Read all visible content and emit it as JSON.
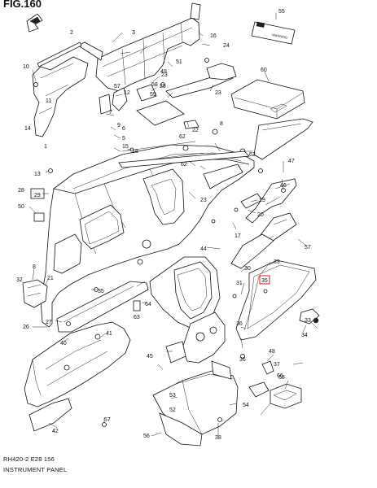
{
  "figure": {
    "title": "FIG.160"
  },
  "footer": {
    "code": "RH420-2 E28 156",
    "name": "INSTRUMENT PANEL"
  },
  "label_plate_text": "WARNING",
  "highlight_color": "#d21c1c",
  "callouts": [
    {
      "id": "c2",
      "text": "2"
    },
    {
      "id": "c3",
      "text": "3"
    },
    {
      "id": "c16",
      "text": "16"
    },
    {
      "id": "c55",
      "text": "55"
    },
    {
      "id": "c60",
      "text": "60"
    },
    {
      "id": "c10",
      "text": "10"
    },
    {
      "id": "c24",
      "text": "24"
    },
    {
      "id": "c51",
      "text": "51"
    },
    {
      "id": "c49",
      "text": "49"
    },
    {
      "id": "c58",
      "text": "58"
    },
    {
      "id": "c23a",
      "text": "23"
    },
    {
      "id": "c25",
      "text": "25"
    },
    {
      "id": "c11",
      "text": "11"
    },
    {
      "id": "c57a",
      "text": "57"
    },
    {
      "id": "c59",
      "text": "59"
    },
    {
      "id": "c23b",
      "text": "23"
    },
    {
      "id": "c12",
      "text": "12"
    },
    {
      "id": "c7",
      "text": "7"
    },
    {
      "id": "c9",
      "text": "9"
    },
    {
      "id": "c62a",
      "text": "62"
    },
    {
      "id": "c8a",
      "text": "8"
    },
    {
      "id": "c14",
      "text": "14"
    },
    {
      "id": "c6",
      "text": "6"
    },
    {
      "id": "c5",
      "text": "5"
    },
    {
      "id": "c15",
      "text": "15"
    },
    {
      "id": "c18",
      "text": "18"
    },
    {
      "id": "c1",
      "text": "1"
    },
    {
      "id": "c13",
      "text": "13"
    },
    {
      "id": "c22",
      "text": "22"
    },
    {
      "id": "c62b",
      "text": "62"
    },
    {
      "id": "c62c",
      "text": "62"
    },
    {
      "id": "c47",
      "text": "47"
    },
    {
      "id": "c46",
      "text": "46"
    },
    {
      "id": "c23c",
      "text": "23"
    },
    {
      "id": "c28",
      "text": "28"
    },
    {
      "id": "c29",
      "text": "29"
    },
    {
      "id": "c50",
      "text": "50"
    },
    {
      "id": "c19",
      "text": "19"
    },
    {
      "id": "c20",
      "text": "20"
    },
    {
      "id": "c17",
      "text": "17"
    },
    {
      "id": "c57b",
      "text": "57"
    },
    {
      "id": "c44",
      "text": "44"
    },
    {
      "id": "c39",
      "text": "39"
    },
    {
      "id": "c30",
      "text": "30"
    },
    {
      "id": "c8b",
      "text": "8"
    },
    {
      "id": "c21",
      "text": "21"
    },
    {
      "id": "c31",
      "text": "31"
    },
    {
      "id": "c35",
      "text": "35"
    },
    {
      "id": "c35b",
      "text": "35"
    },
    {
      "id": "c32",
      "text": "32"
    },
    {
      "id": "c27",
      "text": "27"
    },
    {
      "id": "c26",
      "text": "26"
    },
    {
      "id": "c63",
      "text": "63"
    },
    {
      "id": "c64",
      "text": "64"
    },
    {
      "id": "c36a",
      "text": "36"
    },
    {
      "id": "c33",
      "text": "33"
    },
    {
      "id": "c34",
      "text": "34"
    },
    {
      "id": "c40",
      "text": "40"
    },
    {
      "id": "c41",
      "text": "41"
    },
    {
      "id": "c48",
      "text": "48"
    },
    {
      "id": "c45",
      "text": "45"
    },
    {
      "id": "c36b",
      "text": "36"
    },
    {
      "id": "c37",
      "text": "37"
    },
    {
      "id": "c68",
      "text": "68"
    },
    {
      "id": "c66",
      "text": "66"
    },
    {
      "id": "c53",
      "text": "53"
    },
    {
      "id": "c54",
      "text": "54"
    },
    {
      "id": "c52",
      "text": "52"
    },
    {
      "id": "c42",
      "text": "42"
    },
    {
      "id": "c57c",
      "text": "57"
    },
    {
      "id": "c56",
      "text": "56"
    },
    {
      "id": "c38",
      "text": "38"
    }
  ]
}
